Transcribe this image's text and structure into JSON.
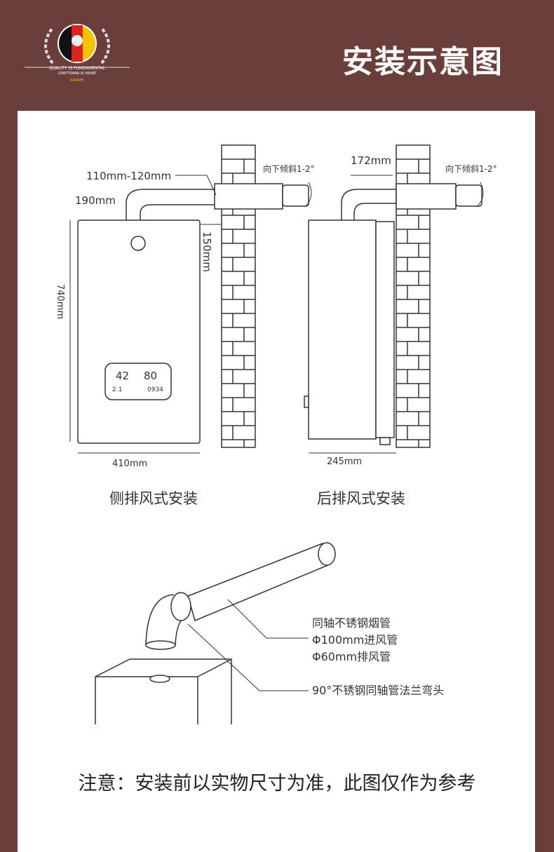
{
  "header": {
    "title": "安装示意图",
    "logo_text": [
      "QUALITY IS FUNDAMENTAL",
      "CRAFTSMAN IS HEART",
      "KAIAITE"
    ]
  },
  "colors": {
    "background": "#6a3e3b",
    "panel": "#ffffff",
    "line": "#333333"
  },
  "side": {
    "pipe_len": "110mm-120mm",
    "pipe_h": "190mm",
    "gap": "150mm",
    "height": "740mm",
    "width": "410mm",
    "slope": "向下倾斜1-2°",
    "caption": "侧排风式安装"
  },
  "rear": {
    "pipe_len": "172mm",
    "width": "245mm",
    "slope": "向下倾斜1-2°",
    "caption": "后排风式安装"
  },
  "display": {
    "temp_left": "42",
    "temp_right": "80",
    "small_left": "2.1",
    "small_right": "0934"
  },
  "pipe": {
    "label1": "同轴不锈钢烟管",
    "label2": "Φ100mm进风管",
    "label3": "Φ60mm排风管",
    "label4": "90°不锈钢同轴管法兰弯头"
  },
  "note": "注意：安装前以实物尺寸为准，此图仅作为参考"
}
